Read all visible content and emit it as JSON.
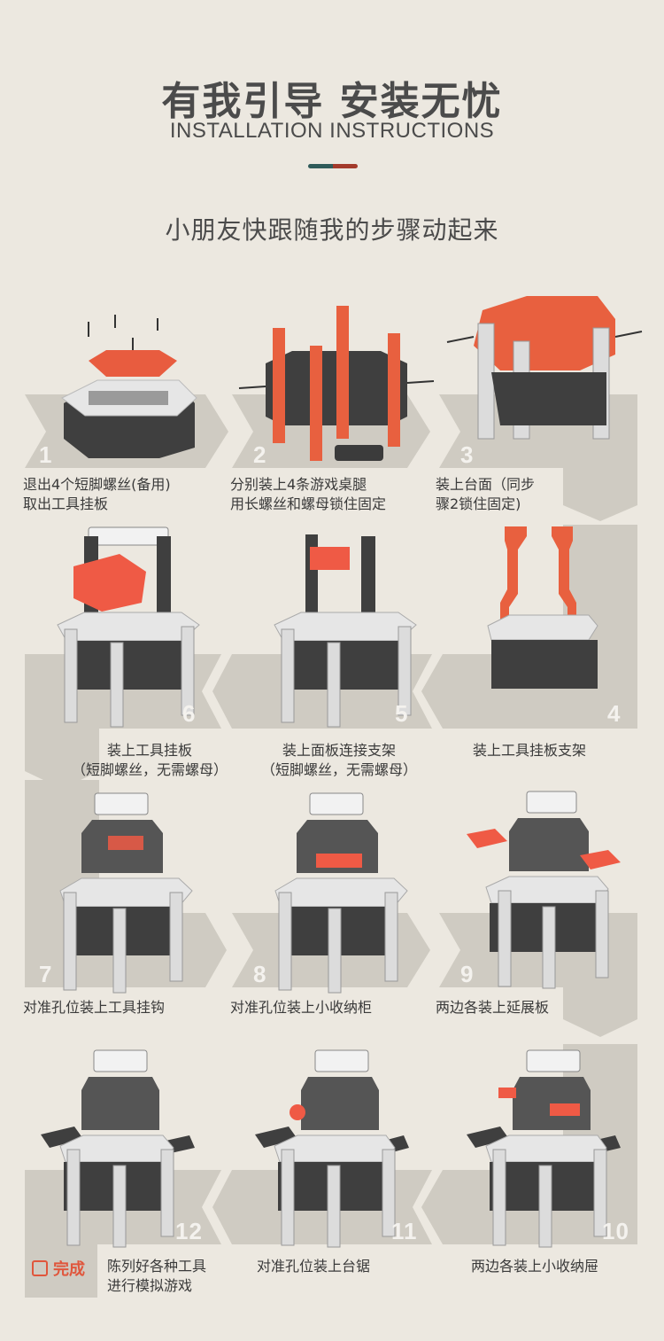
{
  "header": {
    "title": "有我引导  安装无忧",
    "subtitle": "INSTALLATION INSTRUCTIONS",
    "tagline": "小朋友快跟随我的步骤动起来",
    "accent_colors": [
      "#2f5b5a",
      "#a33a2b"
    ]
  },
  "steps": [
    {
      "num": "1",
      "caption_line1": "退出4个短脚螺丝(备用)",
      "caption_line2": "取出工具挂板"
    },
    {
      "num": "2",
      "caption_line1": "分别装上4条游戏桌腿",
      "caption_line2": "用长螺丝和螺母锁住固定"
    },
    {
      "num": "3",
      "caption_line1": "装上台面（同步",
      "caption_line2": "骤2锁住固定)"
    },
    {
      "num": "4",
      "caption_line1": "装上工具挂板支架",
      "caption_line2": ""
    },
    {
      "num": "5",
      "caption_line1": "装上面板连接支架",
      "caption_line2": "（短脚螺丝，无需螺母）"
    },
    {
      "num": "6",
      "caption_line1": "装上工具挂板",
      "caption_line2": "（短脚螺丝，无需螺母）"
    },
    {
      "num": "7",
      "caption_line1": "对准孔位装上工具挂钩",
      "caption_line2": ""
    },
    {
      "num": "8",
      "caption_line1": "对准孔位装上小收纳柜",
      "caption_line2": ""
    },
    {
      "num": "9",
      "caption_line1": "两边各装上延展板",
      "caption_line2": ""
    },
    {
      "num": "10",
      "caption_line1": "两边各装上小收纳屉",
      "caption_line2": ""
    },
    {
      "num": "11",
      "caption_line1": "对准孔位装上台锯",
      "caption_line2": ""
    },
    {
      "num": "12",
      "caption_line1": "陈列好各种工具",
      "caption_line2": "进行模拟游戏"
    }
  ],
  "done_label": "完成"
}
